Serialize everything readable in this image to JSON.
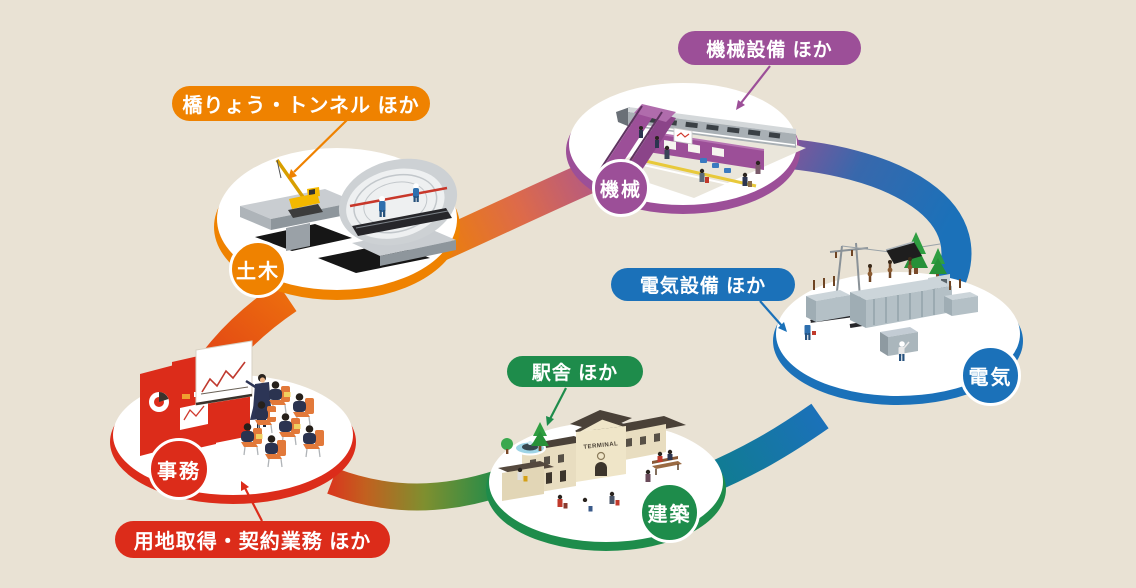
{
  "diagram": {
    "background_color": "#e9e2d4",
    "nodes": [
      {
        "id": "civil",
        "badge": "土木",
        "label": "橋りょう・トンネル ほか",
        "color": "#ef8200"
      },
      {
        "id": "machinery",
        "badge": "機械",
        "label": "機械設備 ほか",
        "color": "#9c4f98"
      },
      {
        "id": "electric",
        "badge": "電気",
        "label": "電気設備 ほか",
        "color": "#1b71b9"
      },
      {
        "id": "architecture",
        "badge": "建築",
        "label": "駅舎 ほか",
        "color": "#1e8c4b"
      },
      {
        "id": "office",
        "badge": "事務",
        "label": "用地取得・契約業務 ほか",
        "color": "#dc2c1a"
      }
    ],
    "illustration": {
      "station_sign": "TERMINAL"
    }
  }
}
